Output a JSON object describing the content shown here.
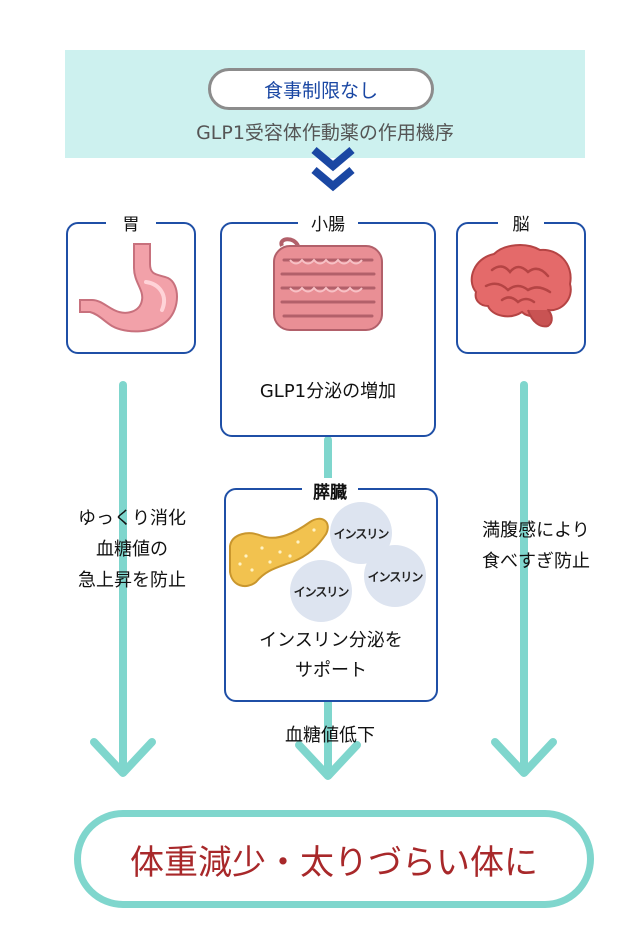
{
  "header": {
    "pill_label": "食事制限なし",
    "subtitle": "GLP1受容体作動薬の作用機序"
  },
  "organs": {
    "stomach": {
      "label": "胃",
      "icon": "stomach-icon"
    },
    "intestine": {
      "label": "小腸",
      "icon": "intestine-icon",
      "caption": "GLP1分泌の増加"
    },
    "brain": {
      "label": "脳",
      "icon": "brain-icon"
    },
    "pancreas": {
      "label": "膵臓",
      "icon": "pancreas-icon",
      "caption_line1": "インスリン分泌を",
      "caption_line2": "サポート"
    }
  },
  "insulin_bubbles": [
    "インスリン",
    "インスリン",
    "インスリン"
  ],
  "left_effect": [
    "ゆっくり消化",
    "血糖値の",
    "急上昇を防止"
  ],
  "right_effect": [
    "満腹感により",
    "食べすぎ防止"
  ],
  "center_effect": "血糖値低下",
  "result": "体重減少・太りづらい体に",
  "colors": {
    "banner": "#cdf1ef",
    "box_border": "#1f4fa6",
    "arrow": "#7fd6cd",
    "chevron": "#1a47a3",
    "result_text": "#a8282a"
  }
}
